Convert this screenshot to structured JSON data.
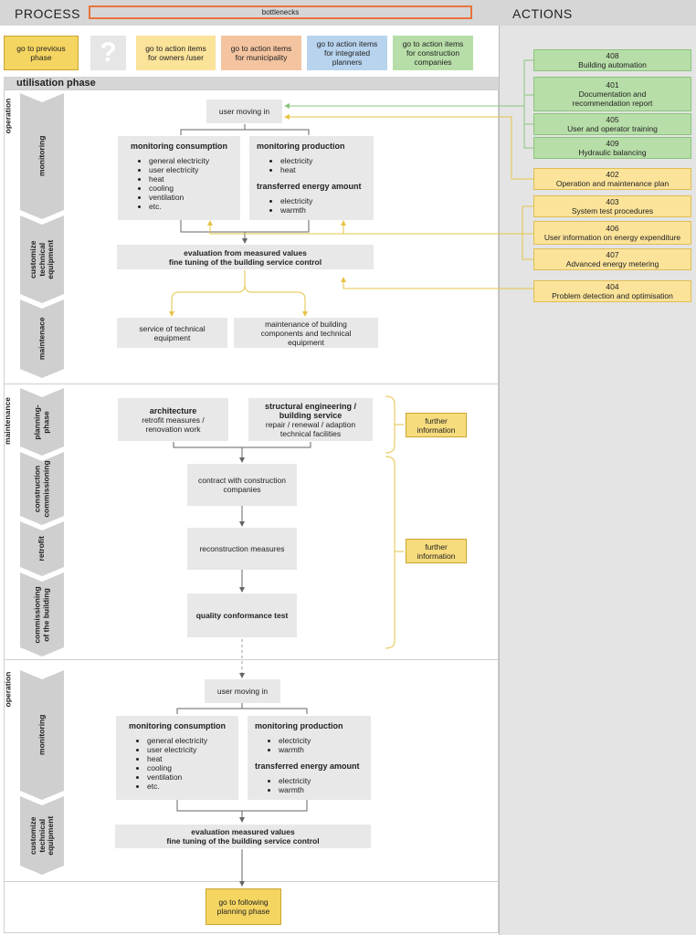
{
  "header": {
    "process_title": "PROCESS",
    "bottlenecks_label": "bottlenecks",
    "actions_title": "ACTIONS"
  },
  "nav": {
    "prev_phase": "go to previous\nphase",
    "help_icon": "?",
    "owners": "go to action items\nfor owners /user",
    "municipality": "go to action items\nfor municipality",
    "planners": "go to action items\nfor integrated\nplanners",
    "construction": "go to action items\nfor construction\ncompanies",
    "next_phase": "go to following\nplanning phase"
  },
  "phase_title": "utilisation phase",
  "sections": {
    "operation": "operation",
    "maintenance": "maintenance",
    "operation2": "operation"
  },
  "chevrons": {
    "monitoring": "monitoring",
    "customize": "customize\ntechnical\nequipment",
    "maintenace": "maintenace",
    "planning": "planning-\nphase",
    "construction": "construction\ncommissioning",
    "retrofit": "retrofit",
    "commissioning": "commissioning\nof the building",
    "monitoring2": "monitoring",
    "customize2": "customize\ntechnical\nequipment"
  },
  "op1": {
    "user_moving_in": "user moving in",
    "consumption_title": "monitoring consumption",
    "consumption_items": [
      "general electricity",
      "user electricity",
      "heat",
      "cooling",
      "ventilation",
      "etc."
    ],
    "production_title": "monitoring production",
    "production_items": [
      "electricity",
      "heat"
    ],
    "transferred_title": "transferred energy amount",
    "transferred_items": [
      "electricity",
      "warmth"
    ],
    "evaluation": "evaluation from measured values\nfine tuning of the building service control",
    "service_equipment": "service of technical\nequipment",
    "maintenance_components": "maintenance of building\ncomponents and technical\nequipment"
  },
  "maint": {
    "architecture_title": "architecture",
    "architecture_text": "retrofit measures /\nrenovation work",
    "structural_title": "structural engineering /\nbuilding service",
    "structural_text": "repair / renewal / adaption\ntechnical facilities",
    "contract": "contract with construction\ncompanies",
    "reconstruction": "reconstruction measures",
    "quality": "quality conformance test",
    "further_info_1": "further\ninformation",
    "further_info_2": "further\ninformation"
  },
  "op2": {
    "user_moving_in": "user moving in",
    "consumption_title": "monitoring consumption",
    "consumption_items": [
      "general electricity",
      "user electricity",
      "heat",
      "cooling",
      "ventilation",
      "etc."
    ],
    "production_title": "monitoring production",
    "production_items": [
      "electricity",
      "warmth"
    ],
    "transferred_title": "transferred energy amount",
    "transferred_items": [
      "electricity",
      "warmth"
    ],
    "evaluation": "evaluation measured values\nfine tuning of the building service control"
  },
  "actions": [
    {
      "label": "408\nBuilding automation"
    },
    {
      "label": "401\nDocumentation and\nrecommendation report"
    },
    {
      "label": "405\nUser and operator training"
    },
    {
      "label": "409\nHydraulic balancing"
    },
    {
      "label": "402\nOperation and maintenance plan"
    },
    {
      "label": "403\nSystem test procedures"
    },
    {
      "label": "406\nUser information on energy expenditure"
    },
    {
      "label": "407\nAdvanced energy metering"
    },
    {
      "label": "404\nProblem detection and optimisation"
    }
  ],
  "colors": {
    "green": "#b7dea8",
    "yellow": "#fbe39a",
    "orange": "#f4c4a0",
    "blue": "#b8d3ee",
    "bottleneck_border": "#e8733c",
    "chevron": "#cfcfcf"
  }
}
